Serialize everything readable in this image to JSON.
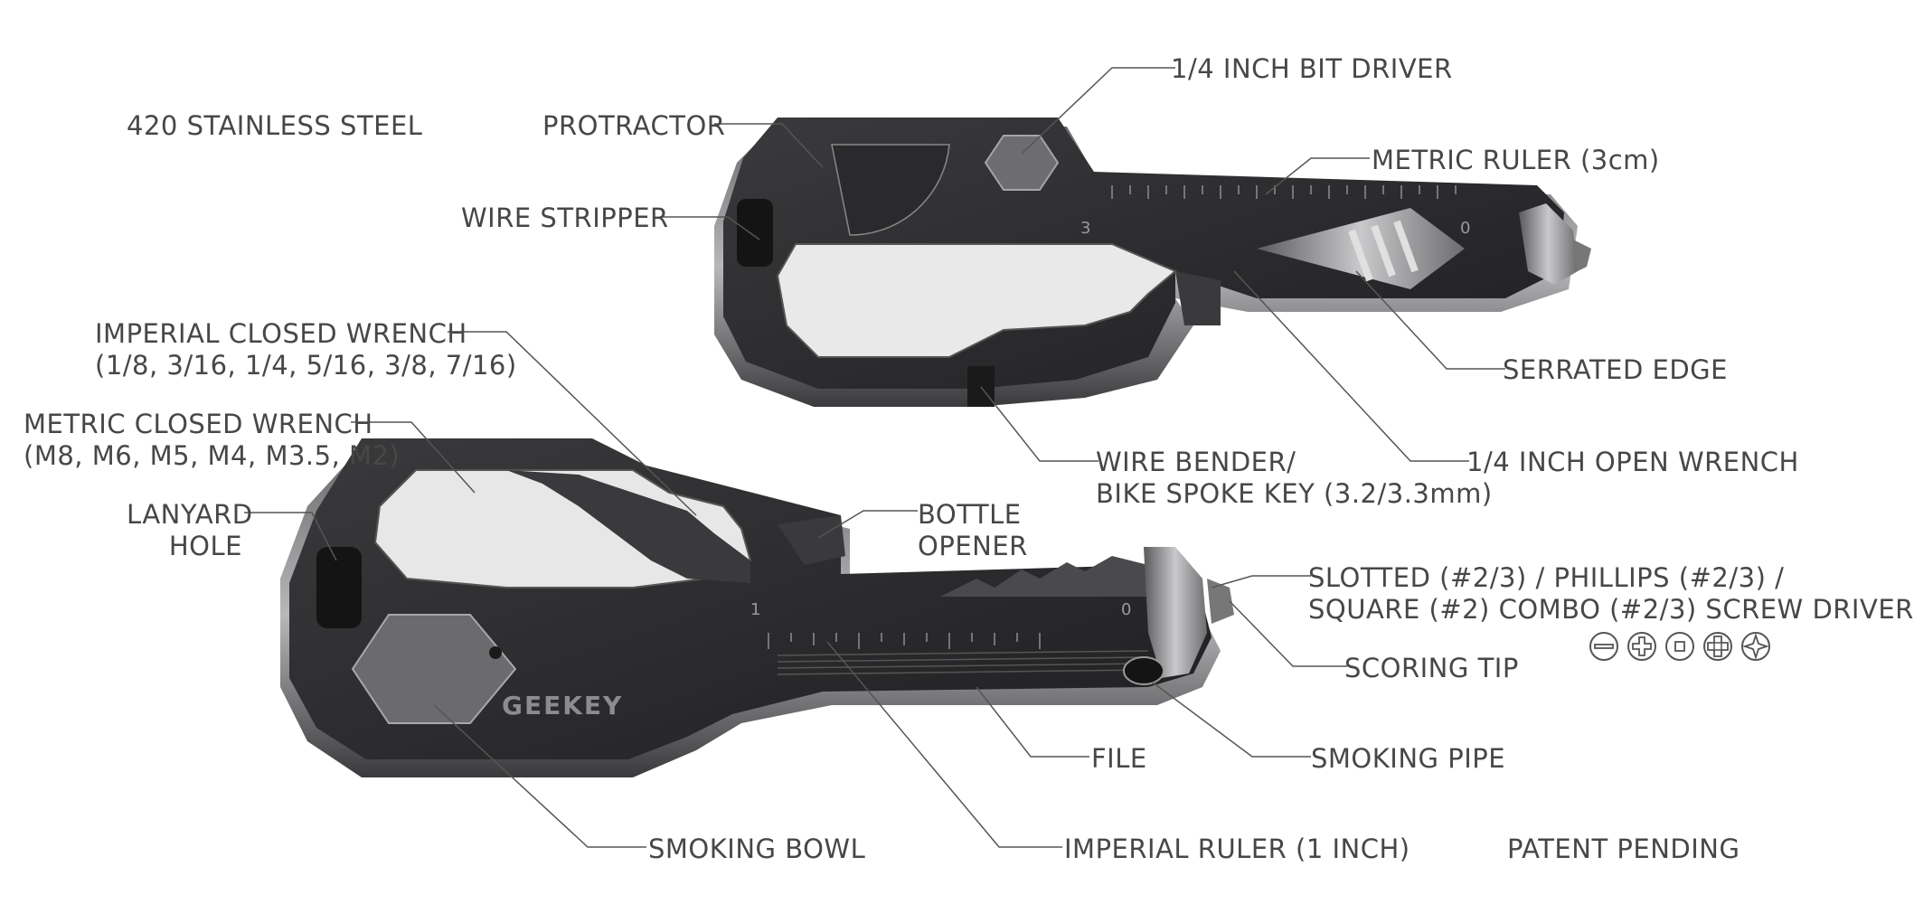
{
  "labels": {
    "material": "420 STAINLESS STEEL",
    "protractor": "PROTRACTOR",
    "bit_driver": "1/4 INCH BIT DRIVER",
    "metric_ruler": "METRIC RULER (3cm)",
    "wire_stripper": "WIRE STRIPPER",
    "imperial_wrench": [
      "IMPERIAL CLOSED WRENCH",
      "(1/8, 3/16, 1/4, 5/16, 3/8, 7/16)"
    ],
    "metric_wrench": [
      "METRIC CLOSED WRENCH",
      "(M8, M6, M5, M4, M3.5, M2)"
    ],
    "lanyard_hole": [
      "LANYARD",
      "HOLE"
    ],
    "serrated_edge": "SERRATED EDGE",
    "wire_bender": [
      "WIRE BENDER/",
      "BIKE SPOKE KEY (3.2/3.3mm)"
    ],
    "open_wrench": "1/4 INCH OPEN WRENCH",
    "bottle_opener": [
      "BOTTLE",
      "OPENER"
    ],
    "screw_driver": [
      "SLOTTED (#2/3) / PHILLIPS (#2/3) /",
      "SQUARE (#2) COMBO (#2/3) SCREW DRIVER"
    ],
    "scoring_tip": "SCORING TIP",
    "file": "FILE",
    "smoking_pipe": "SMOKING PIPE",
    "smoking_bowl": "SMOKING BOWL",
    "imperial_ruler": "IMPERIAL RULER (1 INCH)",
    "patent": "PATENT PENDING"
  },
  "key_markings": {
    "brand": "GEEKEY",
    "top_ruler_numbers": [
      "3",
      "0"
    ],
    "bottom_ruler_numbers": [
      "1",
      "0"
    ]
  },
  "screw_icons": [
    "slotted-icon",
    "phillips-icon",
    "square-icon",
    "combo-icon",
    "phillips-alt-icon"
  ],
  "colors": {
    "steel_dark": "#2b2b2c",
    "steel_mid": "#4a4a4c",
    "steel_light": "#9a9a9c",
    "text": "#474747",
    "background": "#ffffff"
  }
}
